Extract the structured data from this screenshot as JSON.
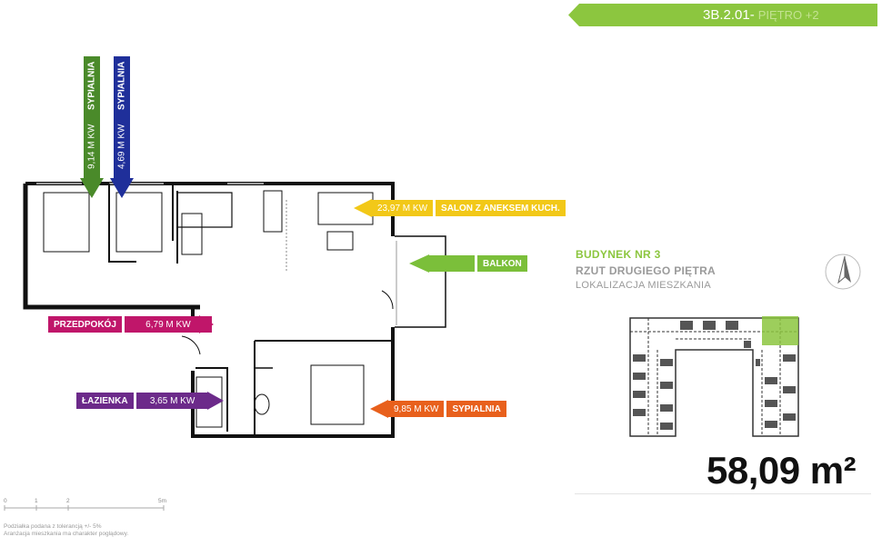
{
  "header": {
    "code": "3B.2.01-",
    "floor": "PIĘTRO +2",
    "color": "#8cc63f"
  },
  "rooms": {
    "bedroom_green": {
      "name": "SYPIALNIA",
      "area": "9,14 M KW",
      "color": "#4a8a2a"
    },
    "bedroom_blue": {
      "name": "SYPIALNIA",
      "area": "4,69 M KW",
      "color": "#1f2f9a"
    },
    "salon": {
      "name": "SALON Z ANEKSEM KUCH.",
      "area": "23,97 M KW",
      "color": "#f2c818"
    },
    "balkon": {
      "name": "BALKON",
      "color": "#7bbf3a"
    },
    "przedpokoj": {
      "name": "PRZEDPOKÓJ",
      "area": "6,79 M KW",
      "color": "#c0166a"
    },
    "lazienka": {
      "name": "ŁAZIENKA",
      "area": "3,65 M KW",
      "color": "#6c2a8a"
    },
    "bedroom_orange": {
      "name": "SYPIALNIA",
      "area": "9,85 M KW",
      "color": "#e8601c"
    }
  },
  "info": {
    "building": "BUDYNEK NR 3",
    "plan": "RZUT DRUGIEGO PIĘTRA",
    "location": "LOKALIZACJA MIESZKANIA",
    "area_value": "58,09",
    "area_unit": "m²"
  },
  "scale": {
    "labels": [
      "0",
      "1",
      "2",
      "5m"
    ]
  },
  "footer": {
    "line1": "Podziałka podana z tolerancją +/- 5%",
    "line2": "Aranżacja mieszkania ma charakter poglądowy."
  }
}
